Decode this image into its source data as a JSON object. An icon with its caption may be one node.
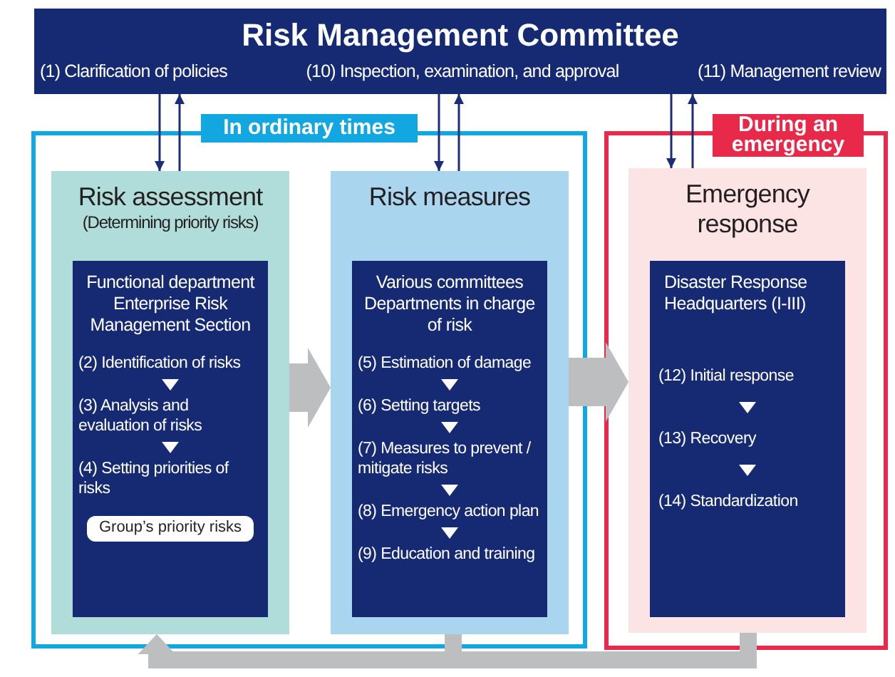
{
  "diagram": {
    "nodes": [
      {
        "text": [
          "Risk Management Committee",
          "(1) Clarification of policies",
          "(10) Inspection, examination, and approval",
          "(11) Management review"
        ]
      },
      {
        "text": [
          "In ordinary times"
        ]
      },
      {
        "text": [
          "During an emergency"
        ]
      },
      {
        "text": [
          "Risk assessment",
          "(Determining priority risks)"
        ],
        "in": 1
      },
      {
        "text": [
          "Functional department Enterprise Risk Management Section"
        ],
        "in": 3
      },
      {
        "text": [
          "(2) Identification of risks"
        ],
        "in": 4
      },
      {
        "text": [
          "(3) Analysis and evaluation of risks"
        ],
        "in": 4
      },
      {
        "text": [
          "(4) Setting priorities of risks"
        ],
        "in": 4
      },
      {
        "text": [
          "Group’s priority risks"
        ],
        "in": 4
      },
      {
        "text": [
          "Risk measures"
        ],
        "in": 1
      },
      {
        "text": [
          "Various committees Departments in charge of risk"
        ],
        "in": 9
      },
      {
        "text": [
          "(5) Estimation of damage"
        ],
        "in": 10
      },
      {
        "text": [
          "(6) Setting targets"
        ],
        "in": 10
      },
      {
        "text": [
          "(7) Measures to prevent / mitigate risks"
        ],
        "in": 10
      },
      {
        "text": [
          "(8) Emergency action plan"
        ],
        "in": 10
      },
      {
        "text": [
          "(9) Education and training"
        ],
        "in": 10
      },
      {
        "text": [
          "Emergency response"
        ],
        "in": 2
      },
      {
        "text": [
          "Disaster Response Headquarters (I-III)"
        ],
        "in": 16
      },
      {
        "text": [
          "(12) Initial response"
        ],
        "in": 17
      },
      {
        "text": [
          "(13) Recovery"
        ],
        "in": 17
      },
      {
        "text": [
          "(14) Standardization"
        ],
        "in": 17
      }
    ],
    "edges": [
      {
        "from": 0,
        "to": 3,
        "arrow": "to"
      },
      {
        "from": 3,
        "to": 0,
        "arrow": "to"
      },
      {
        "from": 0,
        "to": 9,
        "arrow": "to"
      },
      {
        "from": 9,
        "to": 0,
        "arrow": "to"
      },
      {
        "from": 0,
        "to": 16,
        "arrow": "to"
      },
      {
        "from": 16,
        "to": 0,
        "arrow": "to"
      },
      {
        "from": 3,
        "to": 9,
        "arrow": "to",
        "style": "thick",
        "color": "#bcbec0"
      },
      {
        "from": 9,
        "to": 16,
        "arrow": "to",
        "style": "thick",
        "color": "#bcbec0"
      },
      {
        "from": 9,
        "to": 3,
        "arrow": "to",
        "style": "thick",
        "color": "#bcbec0"
      },
      {
        "from": 16,
        "to": 3,
        "arrow": "to",
        "style": "thick",
        "color": "#bcbec0"
      },
      {
        "from": 5,
        "to": 6,
        "arrow": "to",
        "color": "#ffffff"
      },
      {
        "from": 6,
        "to": 7,
        "arrow": "to",
        "color": "#ffffff"
      },
      {
        "from": 11,
        "to": 12,
        "arrow": "to",
        "color": "#ffffff"
      },
      {
        "from": 12,
        "to": 13,
        "arrow": "to",
        "color": "#ffffff"
      },
      {
        "from": 13,
        "to": 14,
        "arrow": "to",
        "color": "#ffffff"
      },
      {
        "from": 14,
        "to": 15,
        "arrow": "to",
        "color": "#ffffff"
      },
      {
        "from": 18,
        "to": 19,
        "arrow": "to",
        "color": "#ffffff"
      },
      {
        "from": 19,
        "to": 20,
        "arrow": "to",
        "color": "#ffffff"
      }
    ]
  }
}
